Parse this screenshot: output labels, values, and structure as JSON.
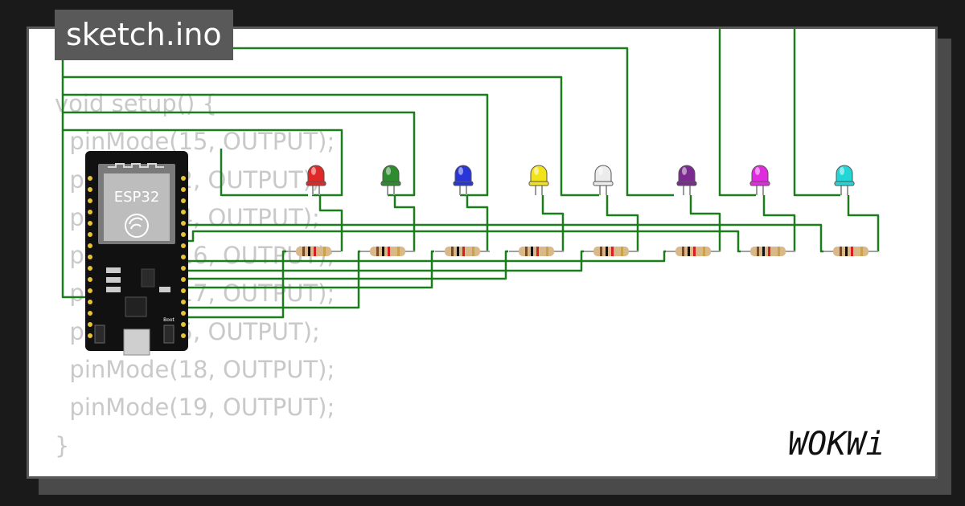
{
  "file_tab": {
    "label": "sketch.ino"
  },
  "code_lines": [
    "void setup() {",
    "  pinMode(15, OUTPUT);",
    "  pinMode(2, OUTPUT);",
    "  pinMode(4, OUTPUT);",
    "  pinMode(16, OUTPUT);",
    "  pinMode(17, OUTPUT);",
    "  pinMode(5, OUTPUT);",
    "  pinMode(18, OUTPUT);",
    "  pinMode(19, OUTPUT);",
    "}"
  ],
  "board": {
    "label": "ESP32",
    "boot_label": "Boot"
  },
  "leds": [
    {
      "color": "red",
      "hex": "#e02828"
    },
    {
      "color": "green",
      "hex": "#2e8b2e"
    },
    {
      "color": "blue",
      "hex": "#2a35d8"
    },
    {
      "color": "yellow",
      "hex": "#f2e21a"
    },
    {
      "color": "white",
      "hex": "#ececec"
    },
    {
      "color": "purple",
      "hex": "#7b2a8f"
    },
    {
      "color": "magenta",
      "hex": "#e02be0"
    },
    {
      "color": "cyan",
      "hex": "#22d6d8"
    }
  ],
  "wire_color": "#1b7d1b",
  "brand": {
    "logo_text": "WOKWi"
  }
}
